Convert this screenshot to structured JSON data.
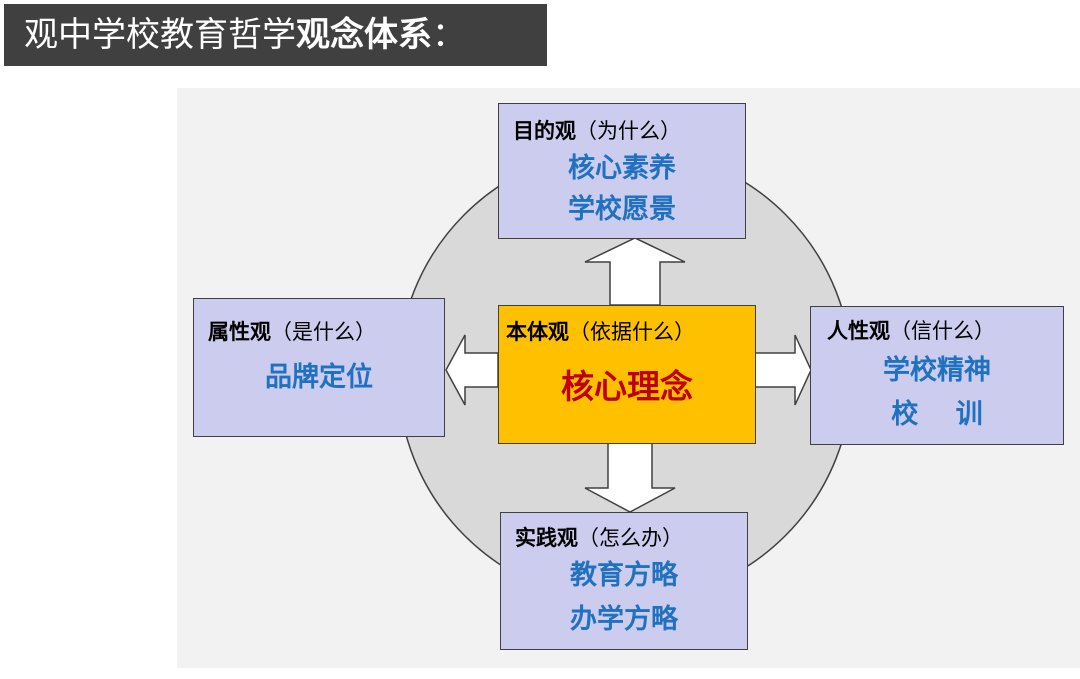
{
  "title": {
    "normal": "观中学校教育哲学",
    "bold": "观念体系",
    "colon": "："
  },
  "colors": {
    "box_fill": "#ccccee",
    "center_fill": "#ffc000",
    "content_text": "#2072c0",
    "core_text": "#c00000",
    "circle_fill": "#d9d9d9"
  },
  "boxes": {
    "top": {
      "key": "目的观",
      "paren": "（为什么）",
      "lines": [
        "核心素养",
        "学校愿景"
      ]
    },
    "left": {
      "key": "属性观",
      "paren": "（是什么）",
      "lines": [
        "品牌定位"
      ]
    },
    "center": {
      "key": "本体观",
      "paren": "（依据什么）",
      "lines": [
        "核心理念"
      ]
    },
    "right": {
      "key": "人性观",
      "paren": "（信什么）",
      "lines": [
        "学校精神",
        "校    训"
      ]
    },
    "bottom": {
      "key": "实践观",
      "paren": "（怎么办）",
      "lines": [
        "教育方略",
        "办学方略"
      ]
    }
  }
}
